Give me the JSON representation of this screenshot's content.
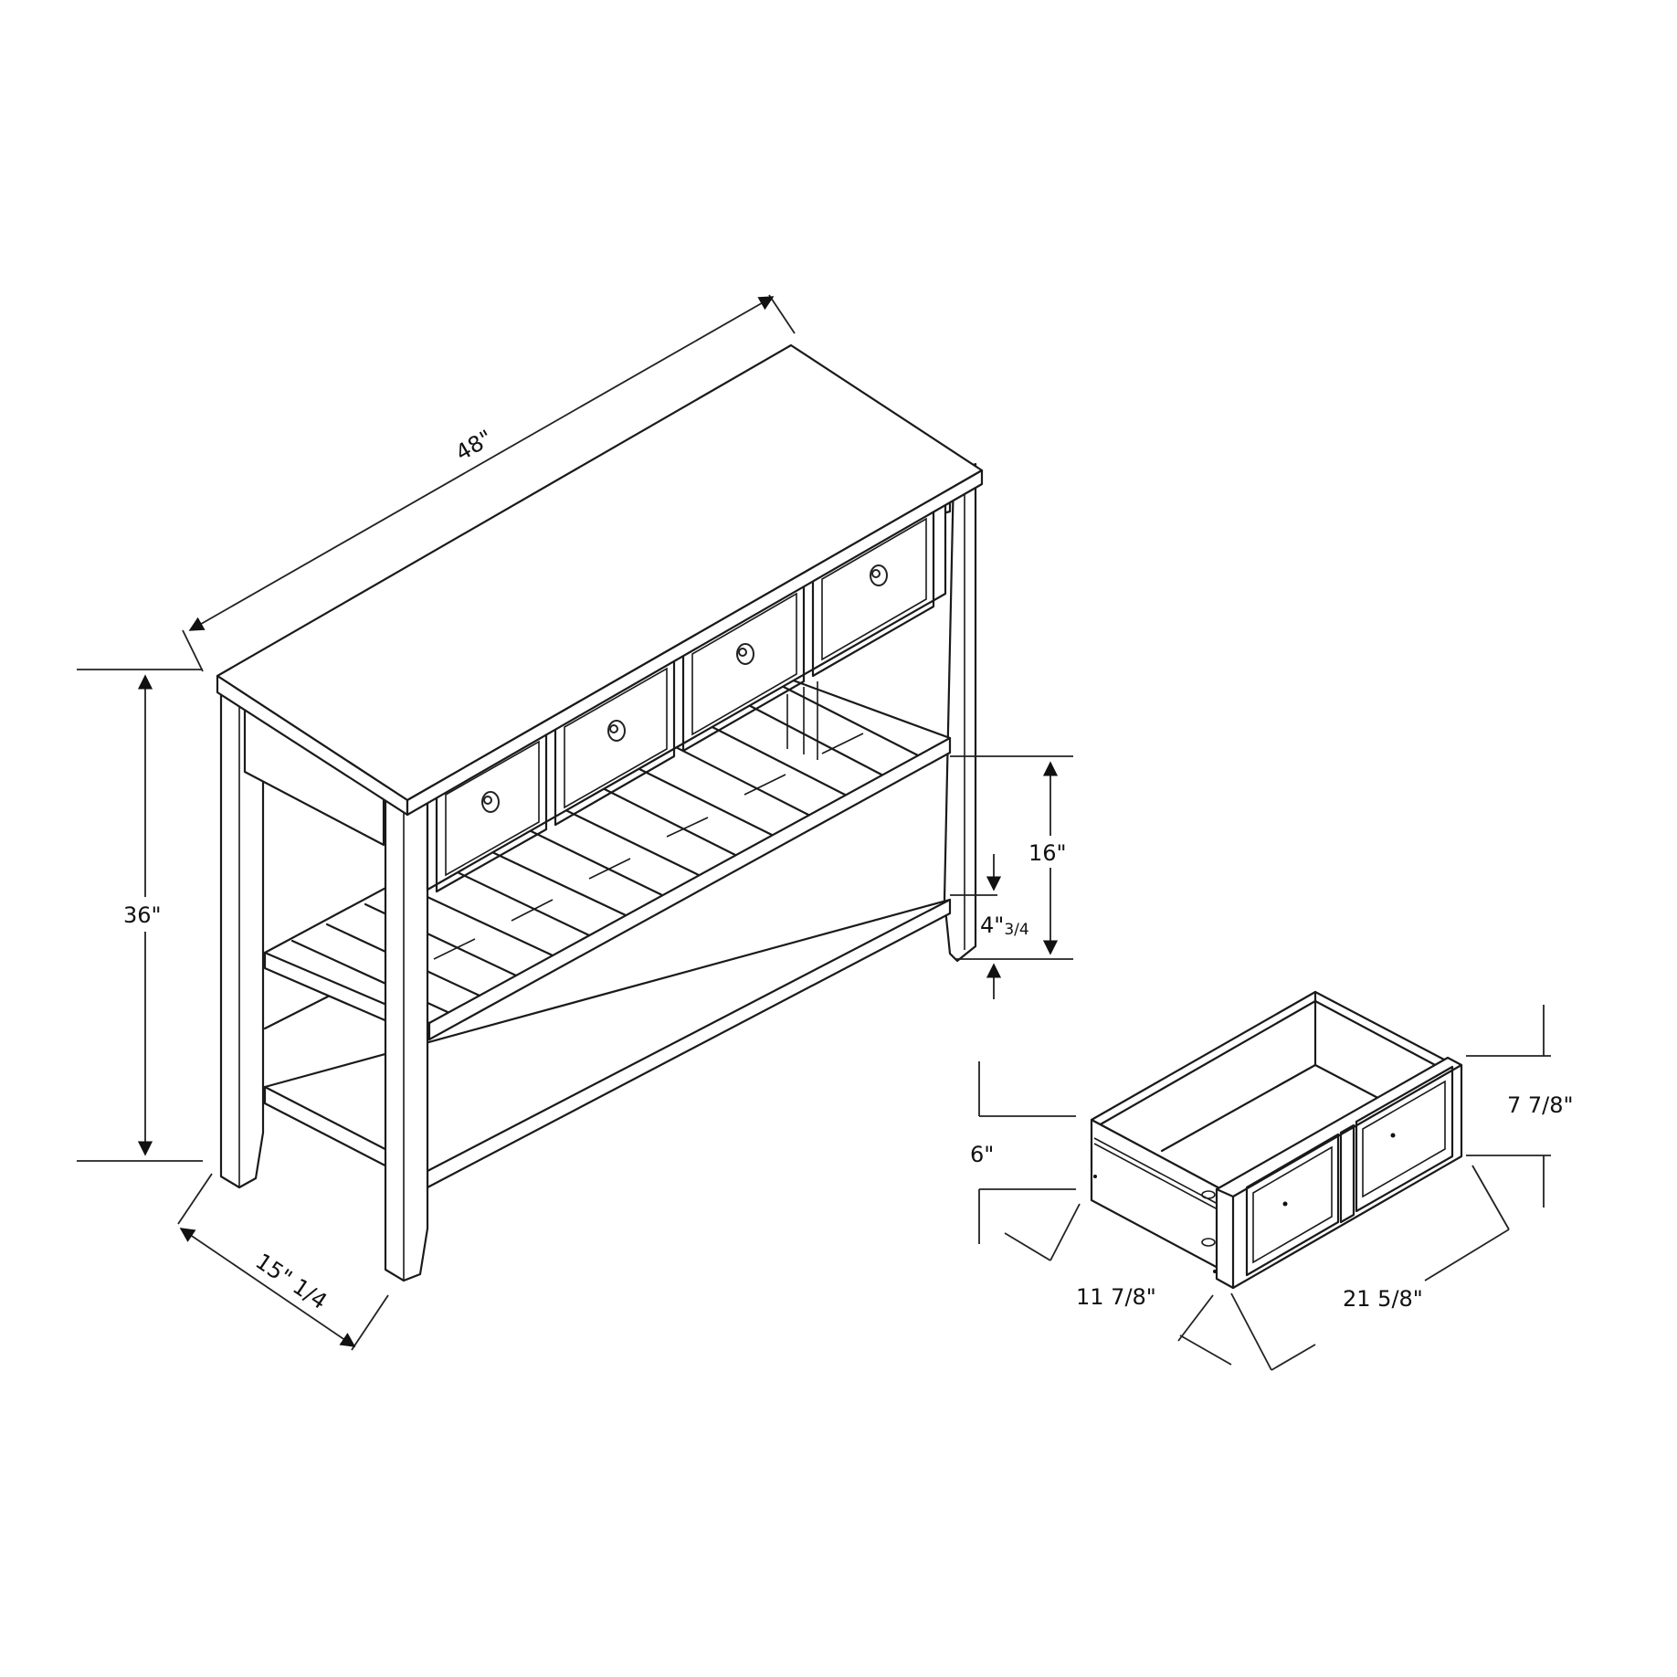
{
  "figure": {
    "type": "dimensioned product line drawing",
    "subject": "console table with four drawers and two shelves, plus detached drawer",
    "line_color": "#1a1a1a",
    "background": "#ffffff"
  },
  "table": {
    "drawer_count": 4,
    "dimensions": {
      "width": "48\"",
      "height": "36\"",
      "depth": "15\" 1/4",
      "shelf_spacing": "16\"",
      "bottom_clearance_main": "4\"",
      "bottom_clearance_frac": "3/4"
    }
  },
  "drawer": {
    "dimensions": {
      "side_height": "6\"",
      "front_height": "7 7/8\"",
      "depth": "11 7/8\"",
      "width": "21 5/8\""
    }
  }
}
